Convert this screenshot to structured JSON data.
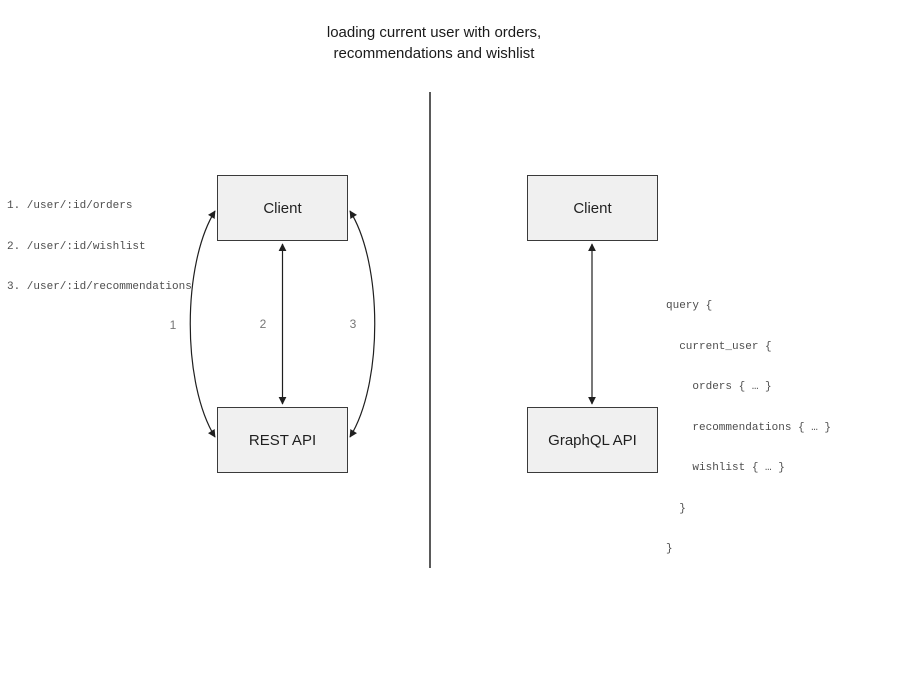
{
  "title": {
    "line1": "loading current user with orders,",
    "line2": "recommendations and wishlist"
  },
  "rest_side": {
    "client_label": "Client",
    "api_label": "REST API",
    "endpoints": [
      "1. /user/:id/orders",
      "2. /user/:id/wishlist",
      "3. /user/:id/recommendations"
    ],
    "arrow_labels": [
      "1",
      "2",
      "3"
    ]
  },
  "graphql_side": {
    "client_label": "Client",
    "api_label": "GraphQL API",
    "query_lines": [
      "query {",
      "  current_user {",
      "    orders { … }",
      "    recommendations { … }",
      "    wishlist { … }",
      "  }",
      "}"
    ]
  },
  "colors": {
    "box_fill": "#f0f0f0",
    "box_border": "#3a3a3a",
    "arrow_color": "#1f1f1f",
    "divider_color": "#5a5a5a",
    "title_color": "#1a1a1a",
    "label_gray": "#767676",
    "code_color": "#4d4d4d"
  }
}
